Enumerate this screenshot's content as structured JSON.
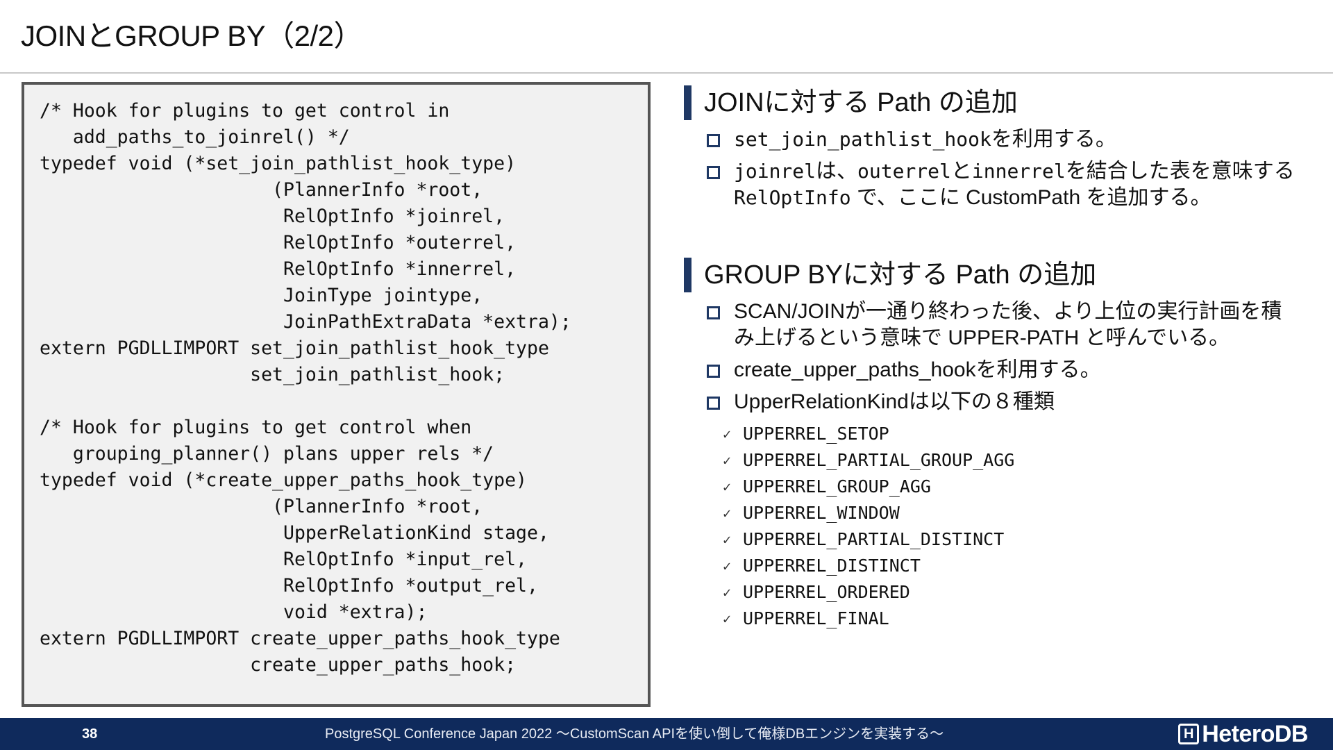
{
  "title": "JOINとGROUP BY（2/2）",
  "code": "/* Hook for plugins to get control in\n   add_paths_to_joinrel() */\ntypedef void (*set_join_pathlist_hook_type)\n                     (PlannerInfo *root,\n                      RelOptInfo *joinrel,\n                      RelOptInfo *outerrel,\n                      RelOptInfo *innerrel,\n                      JoinType jointype,\n                      JoinPathExtraData *extra);\nextern PGDLLIMPORT set_join_pathlist_hook_type\n                   set_join_pathlist_hook;\n\n/* Hook for plugins to get control when\n   grouping_planner() plans upper rels */\ntypedef void (*create_upper_paths_hook_type)\n                     (PlannerInfo *root,\n                      UpperRelationKind stage,\n                      RelOptInfo *input_rel,\n                      RelOptInfo *output_rel,\n                      void *extra);\nextern PGDLLIMPORT create_upper_paths_hook_type\n                   create_upper_paths_hook;",
  "sections": {
    "join": {
      "title": "JOINに対する Path の追加",
      "b1_code": "set_join_pathlist_hook",
      "b1_text": "を利用する。",
      "b2_code1": "joinrel",
      "b2_text1": "は、",
      "b2_code2": "outerrel",
      "b2_text2": "と",
      "b2_code3": "innerrel",
      "b2_text3": "を結合した表を意味する ",
      "b2_code4": "RelOptInfo",
      "b2_text4": " で、ここに ",
      "b2_code5": "CustomPath",
      "b2_text5": " を追加する。"
    },
    "group": {
      "title": "GROUP BYに対する Path の追加",
      "b1": "SCAN/JOINが一通り終わった後、より上位の実行計画を積み上げるという意味で UPPER-PATH と呼んでいる。",
      "b2": "create_upper_paths_hookを利用する。",
      "b3": "UpperRelationKindは以下の８種類",
      "kinds": [
        "UPPERREL_SETOP",
        "UPPERREL_PARTIAL_GROUP_AGG",
        "UPPERREL_GROUP_AGG",
        "UPPERREL_WINDOW",
        "UPPERREL_PARTIAL_DISTINCT",
        "UPPERREL_DISTINCT",
        "UPPERREL_ORDERED",
        "UPPERREL_FINAL"
      ]
    }
  },
  "footer": {
    "page_number": "38",
    "text": "PostgreSQL Conference Japan 2022 〜CustomScan APIを使い倒して俺様DBエンジンを実装する〜",
    "logo_mark": "H",
    "logo_text": "HeteroDB"
  },
  "colors": {
    "accent": "#1f3864",
    "footer_bg": "#0f2a5c",
    "code_bg": "#f1f1f1",
    "code_border": "#555555"
  }
}
